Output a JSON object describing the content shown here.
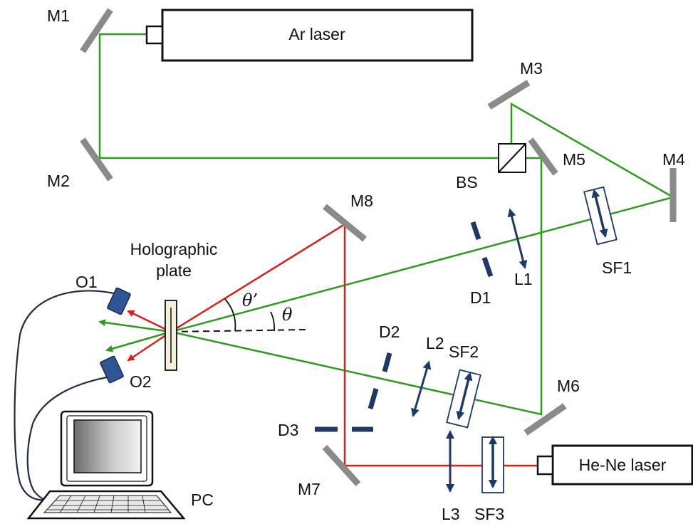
{
  "lasers": {
    "ar": "Ar laser",
    "hene": "He-Ne laser"
  },
  "labels": {
    "m1": "M1",
    "m2": "M2",
    "m3": "M3",
    "m4": "M4",
    "m5": "M5",
    "m6": "M6",
    "m7": "M7",
    "m8": "M8",
    "bs": "BS",
    "sf1": "SF1",
    "sf2": "SF2",
    "sf3": "SF3",
    "l1": "L1",
    "l2": "L2",
    "l3": "L3",
    "d1": "D1",
    "d2": "D2",
    "d3": "D3",
    "o1": "O1",
    "o2": "O2",
    "pc": "PC",
    "plate_line1": "Holographic",
    "plate_line2": "plate",
    "theta": "θ",
    "theta_prime": "θ’"
  },
  "colors": {
    "green_beam": "#2e9a1e",
    "red_beam": "#d9201c",
    "mirror": "#8a8a8a",
    "optic": "#1f3864",
    "detector": "#2f5597",
    "cable": "#1f2a44"
  }
}
